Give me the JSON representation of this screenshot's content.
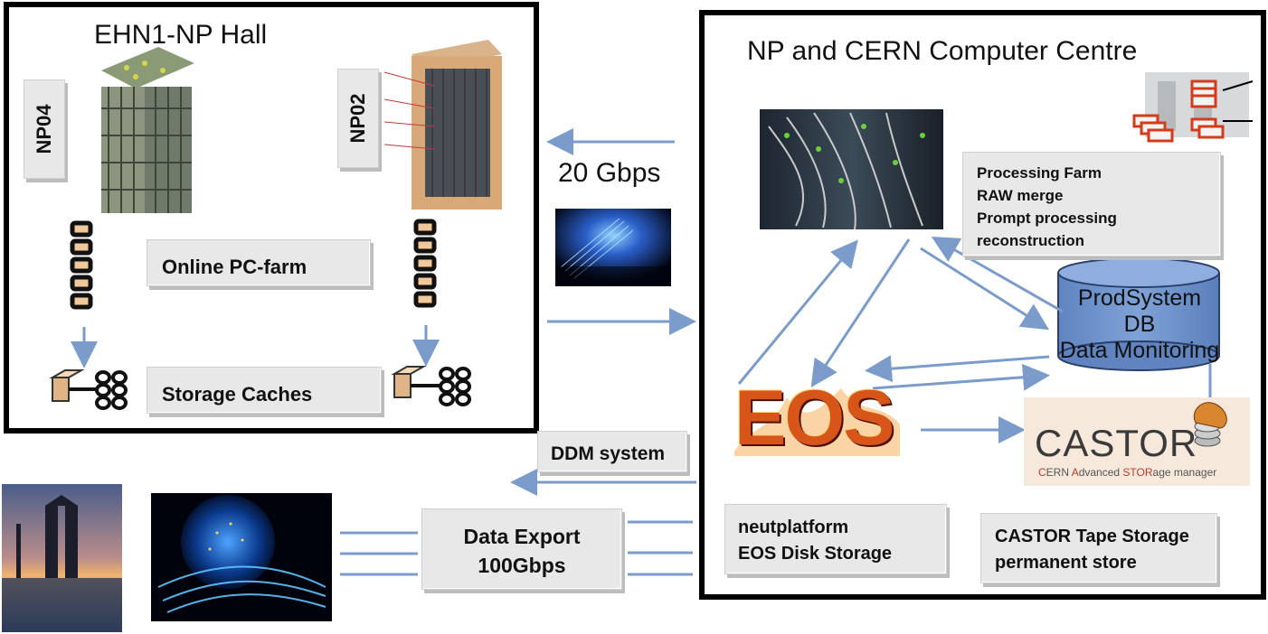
{
  "left_panel": {
    "title": "EHN1-NP Hall"
  },
  "right_panel": {
    "title": "NP and CERN Computer Centre"
  },
  "detectors": {
    "np04": "NP04",
    "np02": "NP02"
  },
  "boxes": {
    "online_farm": "Online PC-farm",
    "storage_caches": "Storage Caches",
    "processing": [
      "Processing Farm",
      "RAW merge",
      "Prompt processing",
      "reconstruction"
    ],
    "ddm": "DDM system",
    "data_export": [
      "Data Export",
      "100Gbps"
    ],
    "neut": [
      "neutplatform",
      "EOS Disk Storage"
    ],
    "castor_tape": [
      "CASTOR Tape Storage",
      "permanent store"
    ]
  },
  "link": {
    "speed": "20 Gbps"
  },
  "db": {
    "lines": [
      "ProdSystem",
      "DB",
      "Data Monitoring"
    ]
  },
  "logos": {
    "eos": "EOS",
    "castor": "CASTOR",
    "castor_sub_parts": [
      "C",
      "ERN ",
      "A",
      "dvanced ",
      "STOR",
      "age manager"
    ]
  },
  "colors": {
    "arrow": "#7b9bcb",
    "db_fill": "#6f92c8",
    "eos_orange": "#e2621c",
    "castor_gray": "#3a3a3a"
  }
}
